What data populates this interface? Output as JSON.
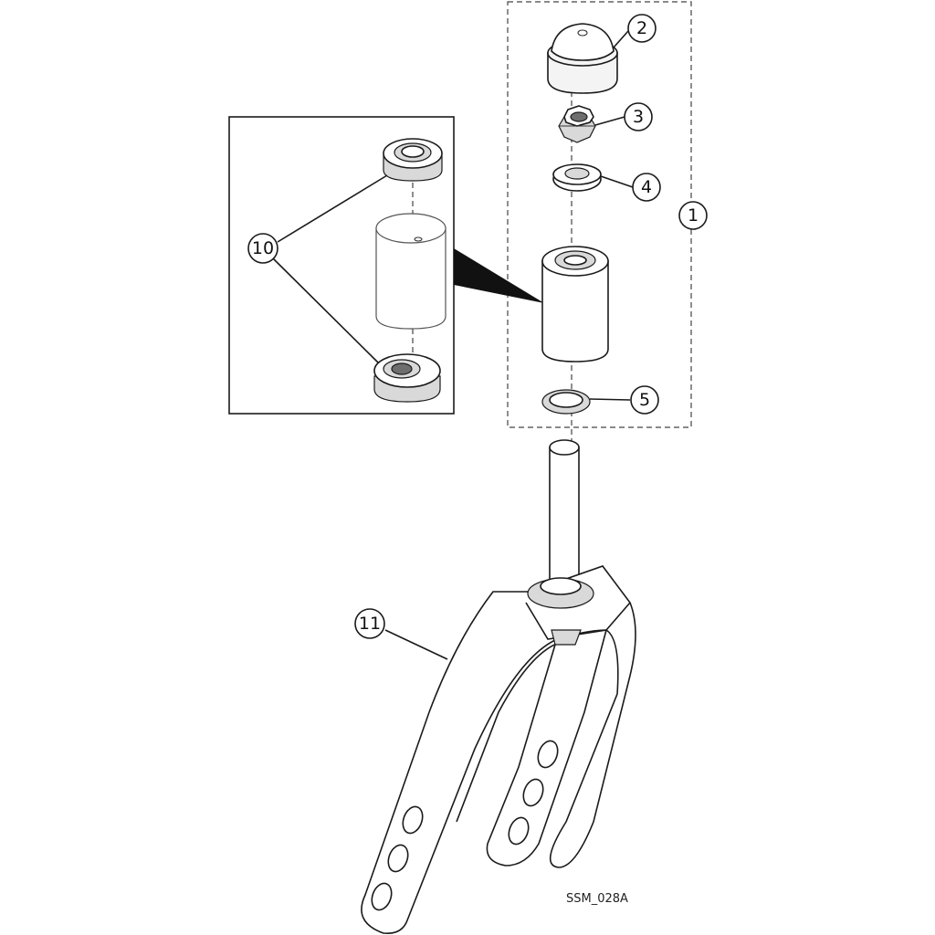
{
  "callouts": {
    "c1": "1",
    "c2": "2",
    "c3": "3",
    "c4": "4",
    "c5": "5",
    "c10": "10",
    "c11": "11"
  },
  "drawing_id": "SSM_028A"
}
